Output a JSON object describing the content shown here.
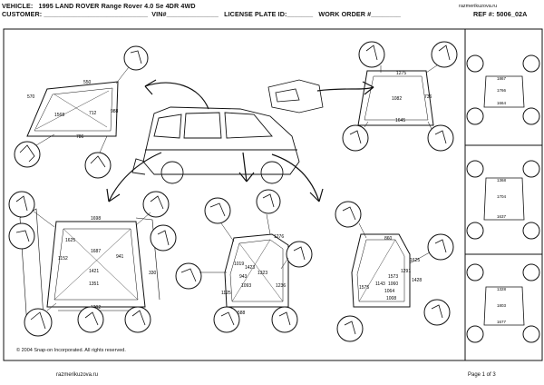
{
  "header": {
    "vehicle_label": "VEHICLE:",
    "vehicle_value": "1995 LAND ROVER Range Rover 4.0 Se 4DR 4WD",
    "customer_label": "CUSTOMER: ____________________________",
    "vin_label": "VIN#______________",
    "plate_label": "LICENSE PLATE ID:_______",
    "work_order_label": "WORK ORDER #________",
    "website": "razmerikuzova.ru",
    "ref_label": "REF #: 5006_02A"
  },
  "footer": {
    "copyright": "© 2004 Snap-on Incorporated. All rights reserved.",
    "website": "razmerikuzova.ru",
    "page": "Page 1 of 3"
  },
  "measurements": {
    "windshield": [
      "550",
      "570",
      "1568",
      "712",
      "988",
      "786"
    ],
    "rear_glass": [
      "1275",
      "1082",
      "736",
      "1645"
    ],
    "liftgate": [
      "1698",
      "1625",
      "1687",
      "1152",
      "941",
      "1421",
      "1351",
      "330",
      "1202"
    ],
    "front_door": [
      "1276",
      "1019",
      "1423",
      "943",
      "1323",
      "1093",
      "1236",
      "1125",
      "588"
    ],
    "rear_door": [
      "860",
      "1291",
      "1625",
      "1428",
      "1575",
      "1573",
      "1143",
      "1060",
      "1064",
      "1008"
    ],
    "side_top": [
      "1867",
      "1766",
      "1664"
    ],
    "side_mid": [
      "1368",
      "1704",
      "1637"
    ],
    "side_bottom": [
      "1328",
      "1803",
      "1677"
    ]
  }
}
